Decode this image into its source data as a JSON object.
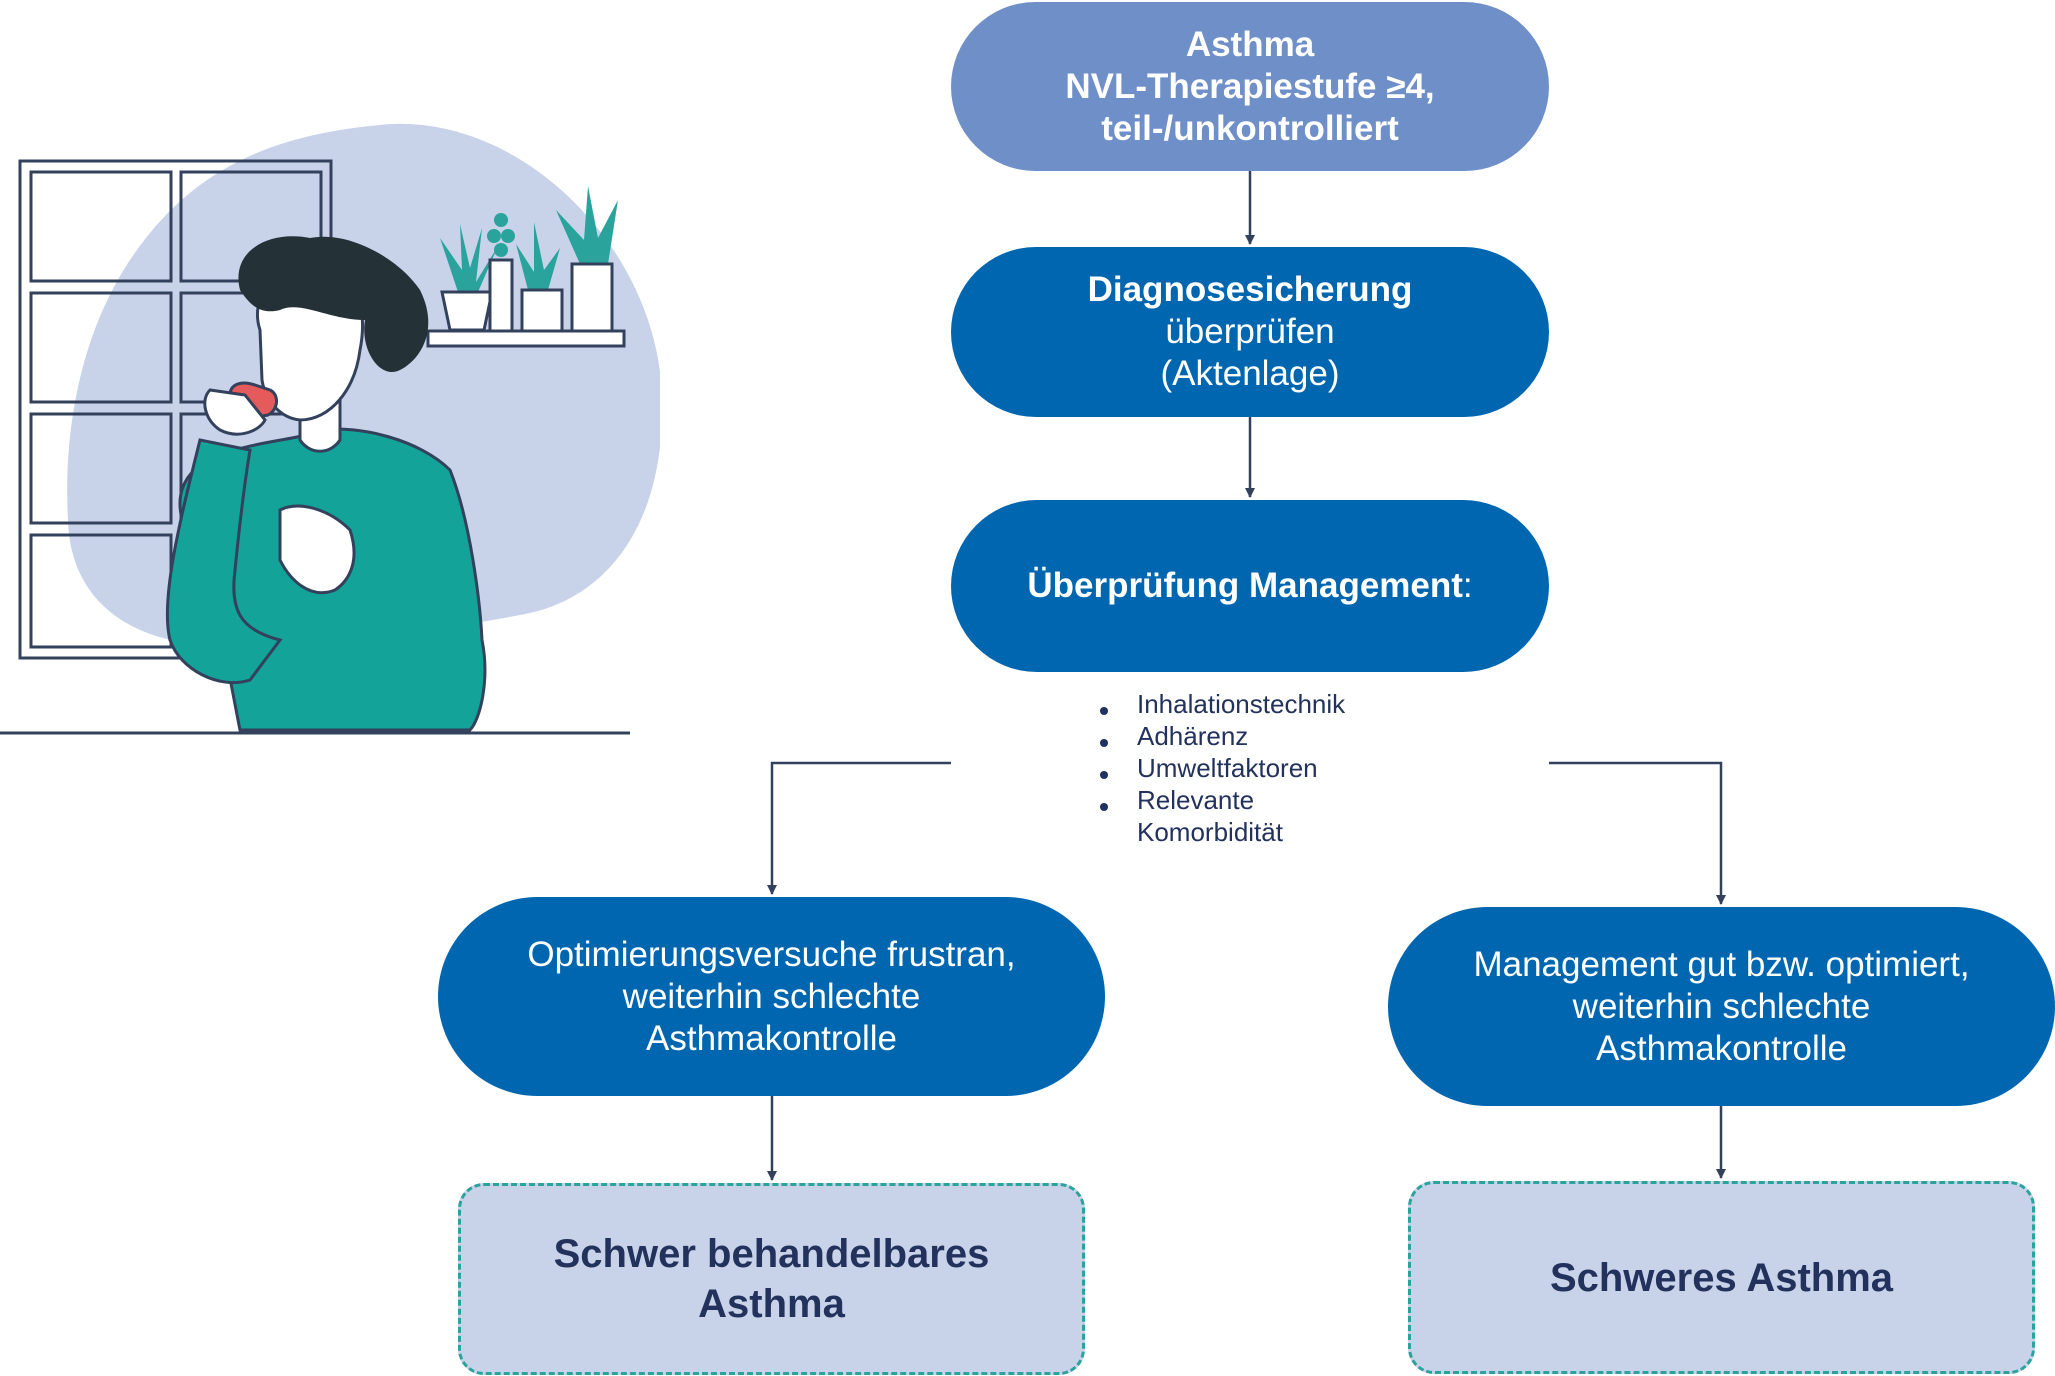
{
  "flowchart": {
    "start": {
      "lines": [
        "Asthma",
        "NVL-Therapiestufe ≥4,",
        "teil-/unkontrolliert"
      ]
    },
    "diagnose": {
      "title": "Diagnosesicherung",
      "lines": [
        "überprüfen",
        "(Aktenlage)"
      ]
    },
    "management": {
      "title": "Überprüfung Management",
      "suffix": ":"
    },
    "checklist": [
      "Inhalationstechnik",
      "Adhärenz",
      "Umweltfaktoren",
      "Relevante",
      "Komorbidität"
    ],
    "branch_left": {
      "lines": [
        "Optimierungsversuche frustran,",
        "weiterhin schlechte",
        "Asthmakontrolle"
      ]
    },
    "branch_right": {
      "lines": [
        "Management gut bzw. optimiert,",
        "weiterhin schlechte",
        "Asthmakontrolle"
      ]
    },
    "outcome_left": {
      "lines": [
        "Schwer behandelbares",
        "Asthma"
      ]
    },
    "outcome_right": {
      "lines": [
        "Schweres Asthma"
      ]
    }
  },
  "illustration": {
    "subject": "person-using-inhaler",
    "icons": [
      "window-icon",
      "plant-icon",
      "shelf-icon",
      "inhaler-icon"
    ],
    "colors": {
      "blob": "#c8d3ea",
      "sweater": "#13a399",
      "hair": "#243238",
      "inhaler": "#e55a5a",
      "plants": "#2aa39d",
      "outline": "#33415c"
    }
  },
  "colors": {
    "start_box": "#6e8fc7",
    "process_box": "#0066b0",
    "outcome_box": "#c8d3ea",
    "outcome_border": "#2aa39d",
    "dark_text": "#23325c",
    "connector": "#33415c"
  }
}
